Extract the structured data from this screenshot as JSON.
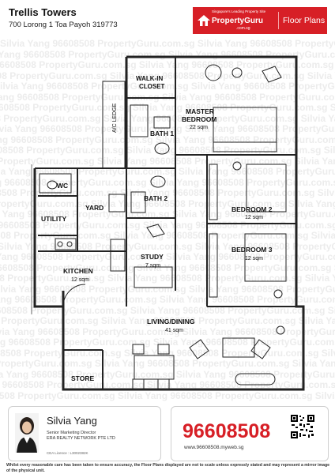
{
  "header": {
    "title": "Trellis Towers",
    "address": "700 Lorong 1 Toa Payoh 319773"
  },
  "logo": {
    "tagline": "Singapore's Leading Property Site",
    "brand": "PropertyGuru",
    "domain": ".com.sg",
    "section": "Floor Plans",
    "color": "#d71f26"
  },
  "watermark": {
    "text": "Silvia Yang 96608508 PropertyGuru.com.sg "
  },
  "rooms": {
    "walk_in_closet": "WALK-IN",
    "walk_in_closet_2": "CLOSET",
    "ac_ledge": "A/C LEDGE",
    "master_bedroom": "MASTER",
    "master_bedroom_2": "BEDROOM",
    "master_bedroom_area": "22 sqm",
    "bath_1": "BATH 1",
    "bath_2": "BATH 2",
    "wc": "WC",
    "yard": "YARD",
    "utility": "UTILITY",
    "bedroom_2": "BEDROOM 2",
    "bedroom_2_area": "12 sqm",
    "bedroom_3": "BEDROOM 3",
    "bedroom_3_area": "12 sqm",
    "study": "STUDY",
    "study_area": "7 sqm",
    "kitchen": "KITCHEN",
    "kitchen_area": "12 sqm",
    "living_dining": "LIVING/DINING",
    "living_dining_area": "41 sqm",
    "store": "STORE"
  },
  "agent": {
    "name": "Silvia Yang",
    "role": "Senior Marketing Director",
    "agency": "ERA REALTY NETWORK PTE LTD",
    "licence": "CEA Licence : L3002382K",
    "phone": "96608508",
    "website": "www.96608508.myweb.sg"
  },
  "footer": {
    "disclaimer": "Whilst every reasonable care has been taken to ensure accuracy, the Floor Plans displayed are not to scale unless expressly stated and may represent a mirror image of the physical unit."
  }
}
